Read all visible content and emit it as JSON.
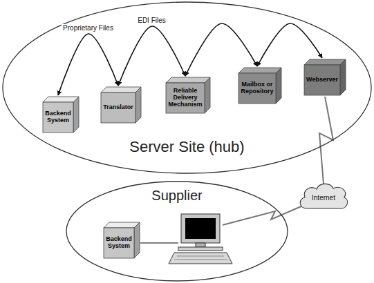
{
  "diagram": {
    "nodes": [
      {
        "text": [
          "Server Site (hub)"
        ]
      },
      {
        "text": [
          "Backend System"
        ],
        "in": 0
      },
      {
        "text": [
          "Translator"
        ],
        "in": 0
      },
      {
        "text": [
          "Reliable Delivery Mechanism"
        ],
        "in": 0
      },
      {
        "text": [
          "Mailbox or Repository"
        ],
        "in": 0
      },
      {
        "text": [
          "Webserver"
        ],
        "in": 0
      },
      {
        "text": [
          "Internet"
        ]
      },
      {
        "text": [
          "Supplier"
        ]
      },
      {
        "text": [
          "Backend System"
        ],
        "in": 7
      }
    ],
    "edges": [
      {
        "from": 1,
        "to": 2,
        "arrow": "both",
        "label": "Proprietary Files"
      },
      {
        "from": 2,
        "to": 3,
        "arrow": "both",
        "label": "EDI Files"
      },
      {
        "from": 3,
        "to": 4,
        "arrow": "both"
      },
      {
        "from": 4,
        "to": 5,
        "arrow": "both"
      },
      {
        "from": 5,
        "to": 6,
        "arrow": "none"
      }
    ]
  }
}
